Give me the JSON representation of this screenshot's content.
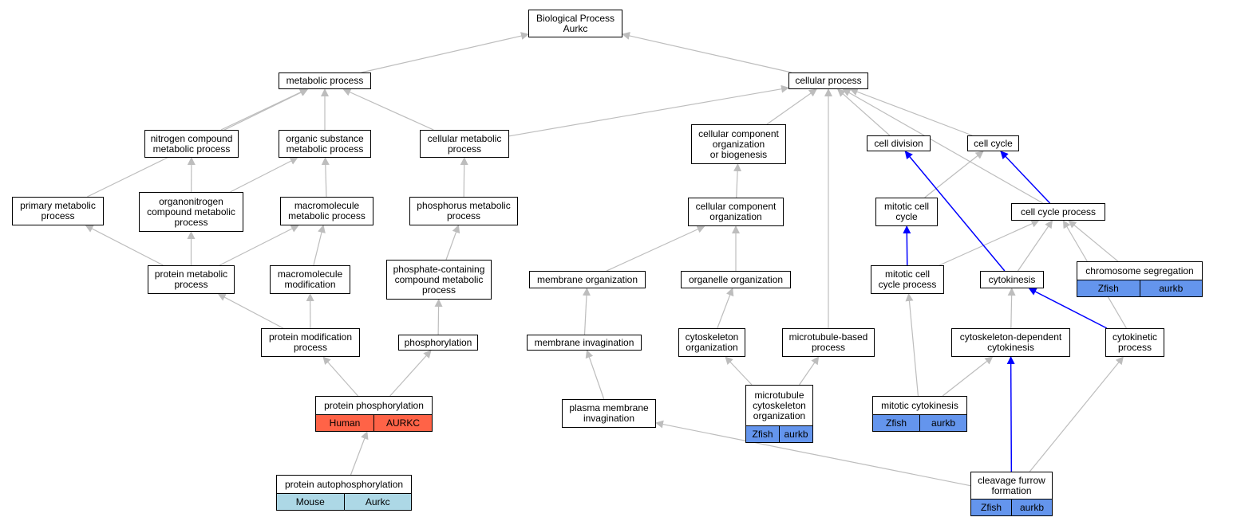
{
  "colors": {
    "edge_gray": "#bdbdbd",
    "edge_blue": "#0000ff",
    "human": "#ff6347",
    "mouse": "#add8e6",
    "zfish": "#6495ed"
  },
  "nodes": [
    {
      "id": "bp",
      "label": "Biological Process\nAurkc"
    },
    {
      "id": "mp",
      "label": "metabolic process"
    },
    {
      "id": "cp",
      "label": "cellular process"
    },
    {
      "id": "ncmp",
      "label": "nitrogen compound\nmetabolic process"
    },
    {
      "id": "osmp",
      "label": "organic substance\nmetabolic process"
    },
    {
      "id": "cmp",
      "label": "cellular metabolic\nprocess"
    },
    {
      "id": "ccob",
      "label": "cellular component\norganization\nor biogenesis"
    },
    {
      "id": "cd",
      "label": "cell division"
    },
    {
      "id": "cc",
      "label": "cell cycle"
    },
    {
      "id": "pmp",
      "label": "primary metabolic\nprocess"
    },
    {
      "id": "oncmp",
      "label": "organonitrogen\ncompound metabolic\nprocess"
    },
    {
      "id": "mmp",
      "label": "macromolecule\nmetabolic process"
    },
    {
      "id": "phmp",
      "label": "phosphorus metabolic\nprocess"
    },
    {
      "id": "cco",
      "label": "cellular component\norganization"
    },
    {
      "id": "mcc",
      "label": "mitotic cell\ncycle"
    },
    {
      "id": "ccp",
      "label": "cell cycle process"
    },
    {
      "id": "prmp",
      "label": "protein metabolic\nprocess"
    },
    {
      "id": "mm",
      "label": "macromolecule\nmodification"
    },
    {
      "id": "pccmp",
      "label": "phosphate-containing\ncompound metabolic\nprocess"
    },
    {
      "id": "memo",
      "label": "membrane organization"
    },
    {
      "id": "oo",
      "label": "organelle organization"
    },
    {
      "id": "mccp",
      "label": "mitotic cell\ncycle process"
    },
    {
      "id": "cyt",
      "label": "cytokinesis"
    },
    {
      "id": "cs",
      "label": "chromosome segregation",
      "ann": [
        {
          "text": "Zfish",
          "color": "zfish"
        },
        {
          "text": "aurkb",
          "color": "zfish"
        }
      ]
    },
    {
      "id": "pmod",
      "label": "protein modification\nprocess"
    },
    {
      "id": "phos",
      "label": "phosphorylation"
    },
    {
      "id": "memi",
      "label": "membrane invagination"
    },
    {
      "id": "cso",
      "label": "cytoskeleton\norganization"
    },
    {
      "id": "mtbp",
      "label": "microtubule-based\nprocess"
    },
    {
      "id": "cdc",
      "label": "cytoskeleton-dependent\ncytokinesis"
    },
    {
      "id": "ckp",
      "label": "cytokinetic\nprocess"
    },
    {
      "id": "pp",
      "label": "protein phosphorylation",
      "ann": [
        {
          "text": "Human",
          "color": "human"
        },
        {
          "text": "AURKC",
          "color": "human"
        }
      ]
    },
    {
      "id": "pmi",
      "label": "plasma membrane\ninvagination"
    },
    {
      "id": "mcso",
      "label": "microtubule\ncytoskeleton\norganization",
      "ann": [
        {
          "text": "Zfish",
          "color": "zfish"
        },
        {
          "text": "aurkb",
          "color": "zfish"
        }
      ]
    },
    {
      "id": "mck",
      "label": "mitotic cytokinesis",
      "ann": [
        {
          "text": "Zfish",
          "color": "zfish"
        },
        {
          "text": "aurkb",
          "color": "zfish"
        }
      ]
    },
    {
      "id": "cff",
      "label": "cleavage furrow\nformation",
      "ann": [
        {
          "text": "Zfish",
          "color": "zfish"
        },
        {
          "text": "aurkb",
          "color": "zfish"
        }
      ]
    },
    {
      "id": "pap",
      "label": "protein autophosphorylation",
      "ann": [
        {
          "text": "Mouse",
          "color": "mouse"
        },
        {
          "text": "Aurkc",
          "color": "mouse"
        }
      ]
    }
  ],
  "edges": [
    {
      "from": "mp",
      "to": "bp"
    },
    {
      "from": "cp",
      "to": "bp"
    },
    {
      "from": "ncmp",
      "to": "mp"
    },
    {
      "from": "osmp",
      "to": "mp"
    },
    {
      "from": "cmp",
      "to": "mp"
    },
    {
      "from": "pmp",
      "to": "mp"
    },
    {
      "from": "cmp",
      "to": "cp"
    },
    {
      "from": "ccob",
      "to": "cp"
    },
    {
      "from": "cd",
      "to": "cp"
    },
    {
      "from": "cc",
      "to": "cp"
    },
    {
      "from": "ccp",
      "to": "cp"
    },
    {
      "from": "mtbp",
      "to": "cp"
    },
    {
      "from": "oncmp",
      "to": "ncmp"
    },
    {
      "from": "oncmp",
      "to": "osmp"
    },
    {
      "from": "mmp",
      "to": "osmp"
    },
    {
      "from": "phmp",
      "to": "cmp"
    },
    {
      "from": "cco",
      "to": "ccob"
    },
    {
      "from": "mcc",
      "to": "cc"
    },
    {
      "from": "ccp",
      "to": "cc",
      "kind": "blue"
    },
    {
      "from": "prmp",
      "to": "pmp"
    },
    {
      "from": "prmp",
      "to": "oncmp"
    },
    {
      "from": "prmp",
      "to": "mmp"
    },
    {
      "from": "mm",
      "to": "mmp"
    },
    {
      "from": "pccmp",
      "to": "phmp"
    },
    {
      "from": "memo",
      "to": "cco"
    },
    {
      "from": "oo",
      "to": "cco"
    },
    {
      "from": "mccp",
      "to": "mcc",
      "kind": "blue"
    },
    {
      "from": "mccp",
      "to": "ccp"
    },
    {
      "from": "cyt",
      "to": "ccp"
    },
    {
      "from": "cyt",
      "to": "cd",
      "kind": "blue"
    },
    {
      "from": "cs",
      "to": "ccp"
    },
    {
      "from": "ckp",
      "to": "ccp"
    },
    {
      "from": "pmod",
      "to": "prmp"
    },
    {
      "from": "pmod",
      "to": "mm"
    },
    {
      "from": "phos",
      "to": "pccmp"
    },
    {
      "from": "memi",
      "to": "memo"
    },
    {
      "from": "cso",
      "to": "oo"
    },
    {
      "from": "cdc",
      "to": "cyt"
    },
    {
      "from": "ckp",
      "to": "cyt",
      "kind": "blue"
    },
    {
      "from": "pp",
      "to": "pmod"
    },
    {
      "from": "pp",
      "to": "phos"
    },
    {
      "from": "pmi",
      "to": "memi"
    },
    {
      "from": "mcso",
      "to": "cso"
    },
    {
      "from": "mcso",
      "to": "mtbp"
    },
    {
      "from": "mck",
      "to": "mccp"
    },
    {
      "from": "mck",
      "to": "cdc"
    },
    {
      "from": "cff",
      "to": "cdc",
      "kind": "blue"
    },
    {
      "from": "cff",
      "to": "ckp"
    },
    {
      "from": "cff",
      "to": "pmi"
    },
    {
      "from": "pap",
      "to": "pp"
    }
  ]
}
